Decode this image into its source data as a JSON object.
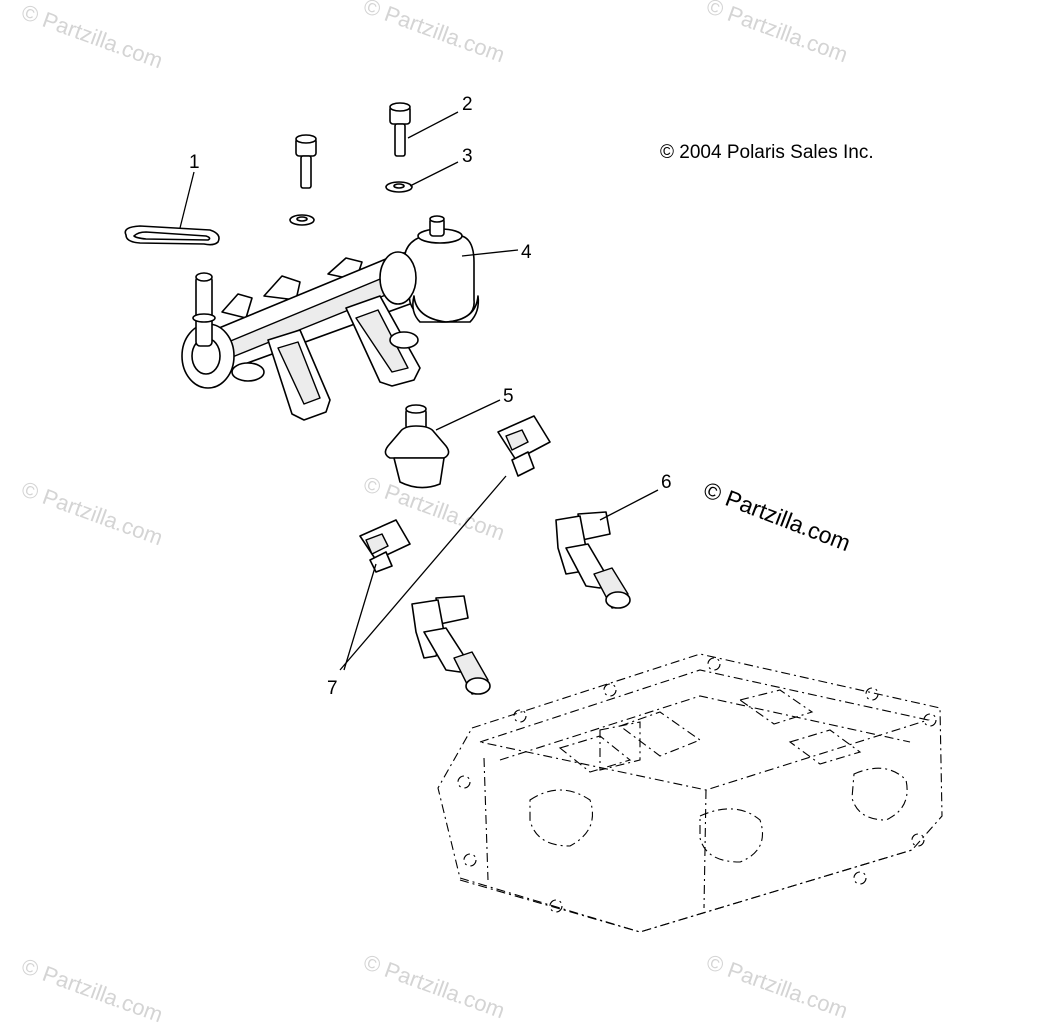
{
  "diagram": {
    "copyright": "© 2004 Polaris Sales Inc.",
    "brand": "© Partzilla.com",
    "watermark": "© Partzilla.com",
    "callouts": [
      {
        "id": "1",
        "label": "1"
      },
      {
        "id": "2",
        "label": "2"
      },
      {
        "id": "3",
        "label": "3"
      },
      {
        "id": "4",
        "label": "4"
      },
      {
        "id": "5",
        "label": "5"
      },
      {
        "id": "6",
        "label": "6"
      },
      {
        "id": "7",
        "label": "7"
      }
    ]
  }
}
